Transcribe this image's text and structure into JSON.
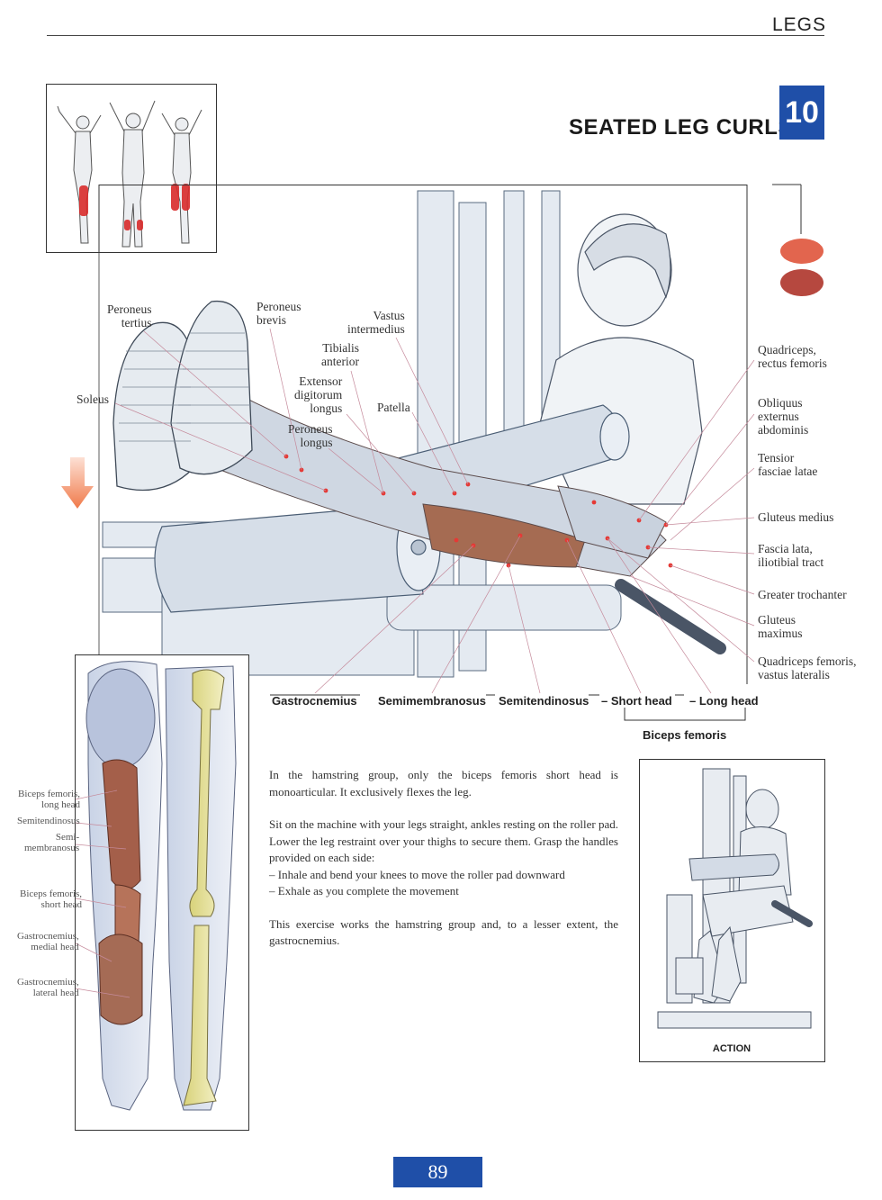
{
  "header": {
    "section": "LEGS",
    "title": "SEATED LEG CURLS",
    "number": "10"
  },
  "colors": {
    "accent": "#1f4fa8",
    "primary_muscle": "#e2654e",
    "secondary_muscle": "#b6483f",
    "highlight_leg": "#d92b2b"
  },
  "main_labels": {
    "peroneus_tertius": "Peroneus\ntertius",
    "peroneus_brevis": "Peroneus\nbrevis",
    "vastus_intermedius": "Vastus\nintermedius",
    "tibialis_anterior": "Tibialis\nanterior",
    "extensor_digitorum": "Extensor\ndigitorum\nlongus",
    "soleus": "Soleus",
    "patella": "Patella",
    "peroneus_longus": "Peroneus\nlongus",
    "quadriceps_rectus": "Quadriceps,\nrectus femoris",
    "obliquus": "Obliquus\nexternus\nabdominis",
    "tensor": "Tensior\nfasciae latae",
    "gluteus_medius": "Gluteus medius",
    "fascia_lata": "Fascia lata,\niliotibial tract",
    "greater_trochanter": "Greater trochanter",
    "gluteus_maximus": "Gluteus\nmaximus",
    "quadriceps_vastus": "Quadriceps femoris,\nvastus lateralis"
  },
  "bottom_labels": {
    "gastrocnemius": "Gastrocnemius",
    "semimembranosus": "Semimembranosus",
    "semitendinosus": "Semitendinosus",
    "short_head": "– Short head",
    "long_head": "– Long head",
    "biceps_femoris": "Biceps femoris"
  },
  "leg_labels": {
    "biceps_long": "Biceps femoris,\nlong head",
    "semitendinosus": "Semitendinosus",
    "semimembranosus": "Semi-\nmembranosus",
    "biceps_short": "Biceps femoris,\nshort head",
    "gastro_medial": "Gastrocnemius,\nmedial head",
    "gastro_lateral": "Gastrocnemius,\nlateral head"
  },
  "body": {
    "p1": "In the hamstring group, only the biceps femoris short head is monoarticular. It exclusively flexes the leg.",
    "p2": "Sit on the machine with your legs straight, ankles resting on the roller pad. Lower the leg restraint over your thighs to secure them. Grasp the handles provided on each side:",
    "step1": "– Inhale and bend your knees to move the roller pad downward",
    "step2": "– Exhale as you complete the movement",
    "p3": "This exercise works the hamstring group and, to a lesser extent, the gastrocnemius."
  },
  "action_caption": "ACTION",
  "page_number": "89"
}
